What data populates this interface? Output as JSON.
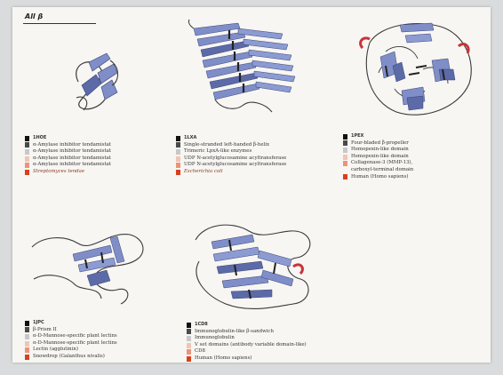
{
  "section": {
    "label": "All β"
  },
  "panels": [
    {
      "legend": [
        {
          "text": "1HOE",
          "color": "#111111"
        },
        {
          "text": "α-Amylase inhibitor tendamistat",
          "color": "#4a4a4a"
        },
        {
          "text": "α-Amylase inhibitor tendamistat",
          "color": "#c8c8c8"
        },
        {
          "text": "α-Amylase inhibitor tendamistat",
          "color": "#f2c4b4"
        },
        {
          "text": "α-Amylase inhibitor tendamistat",
          "color": "#ec9478"
        },
        {
          "text": "Streptomyces tendae",
          "color": "#d8401e"
        }
      ]
    },
    {
      "legend": [
        {
          "text": "1LXA",
          "color": "#111111"
        },
        {
          "text": "Single-stranded left-handed β-helix",
          "color": "#4a4a4a"
        },
        {
          "text": "Trimeric LpxA-like enzymes",
          "color": "#c8c8c8"
        },
        {
          "text": "UDP N-acetylglucosamine acyltransferase",
          "color": "#f2c4b4"
        },
        {
          "text": "UDP N-acetylglucosamine acyltransferase",
          "color": "#ec9478"
        },
        {
          "text": "Escherichia coli",
          "color": "#d8401e"
        }
      ]
    },
    {
      "legend": [
        {
          "text": "1PEX",
          "color": "#111111"
        },
        {
          "text": "Four-bladed β-propeller",
          "color": "#4a4a4a"
        },
        {
          "text": "Hemopexin-like domain",
          "color": "#c8c8c8"
        },
        {
          "text": "Hemopexin-like domain",
          "color": "#f2c4b4"
        },
        {
          "text": "Collagenase-3 (MMP-13),",
          "color": "#ec9478"
        },
        {
          "text": "  carboxyl-terminal domain",
          "color": null
        },
        {
          "text": "Human (Homo sapiens)",
          "color": "#d8401e"
        }
      ]
    },
    {
      "legend": [
        {
          "text": "1JPC",
          "color": "#111111"
        },
        {
          "text": "β-Prism II",
          "color": "#4a4a4a"
        },
        {
          "text": "α-D-Mannose-specific plant lectins",
          "color": "#c8c8c8"
        },
        {
          "text": "α-D-Mannose-specific plant lectins",
          "color": "#f2c4b4"
        },
        {
          "text": "Lectin (agglutinin)",
          "color": "#ec9478"
        },
        {
          "text": "Snowdrop (Galanthus nivalis)",
          "color": "#d8401e"
        }
      ]
    },
    {
      "legend": [
        {
          "text": "1CD8",
          "color": "#111111"
        },
        {
          "text": "Immunoglobulin-like β-sandwich",
          "color": "#4a4a4a"
        },
        {
          "text": "Immunoglobulin",
          "color": "#c8c8c8"
        },
        {
          "text": "V set domains (antibody variable domain-like)",
          "color": "#f2c4b4"
        },
        {
          "text": "CD8",
          "color": "#ec9478"
        },
        {
          "text": "Human (Homo sapiens)",
          "color": "#d8401e"
        }
      ]
    }
  ],
  "colors": {
    "strand": "#7f8ec8",
    "strand_dark": "#3b4575",
    "coil": "#3a3a3a",
    "helix": "#c8343b"
  }
}
